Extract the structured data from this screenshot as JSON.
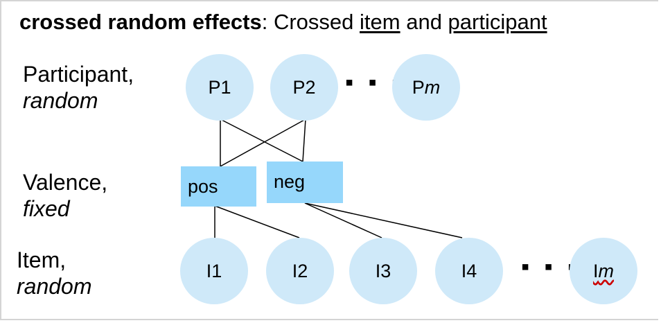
{
  "title": {
    "bold": "crossed random effects",
    "colon": ": Crossed ",
    "item_word": "item",
    "and_word": " and ",
    "participant_word": "participant"
  },
  "rows": {
    "participant": {
      "line1": "Participant,",
      "line2": "random"
    },
    "valence": {
      "line1": "Valence,",
      "line2": "fixed"
    },
    "item": {
      "line1": "Item,",
      "line2": "random"
    }
  },
  "participants": {
    "p1": "P1",
    "p2": "P2",
    "dots": "▪ ▪ ▪",
    "pm_prefix": "P",
    "pm_suffix": "m"
  },
  "valence": {
    "pos": "pos",
    "neg": "neg"
  },
  "items": {
    "i1": "I1",
    "i2": "I2",
    "i3": "I3",
    "i4": "I4",
    "dots": "▪ ▪ ▪",
    "im_prefix": "I",
    "im_suffix": "m"
  },
  "colors": {
    "circle_fill": "#cfe9f9",
    "box_fill": "#96d7fb",
    "line": "#000000"
  }
}
